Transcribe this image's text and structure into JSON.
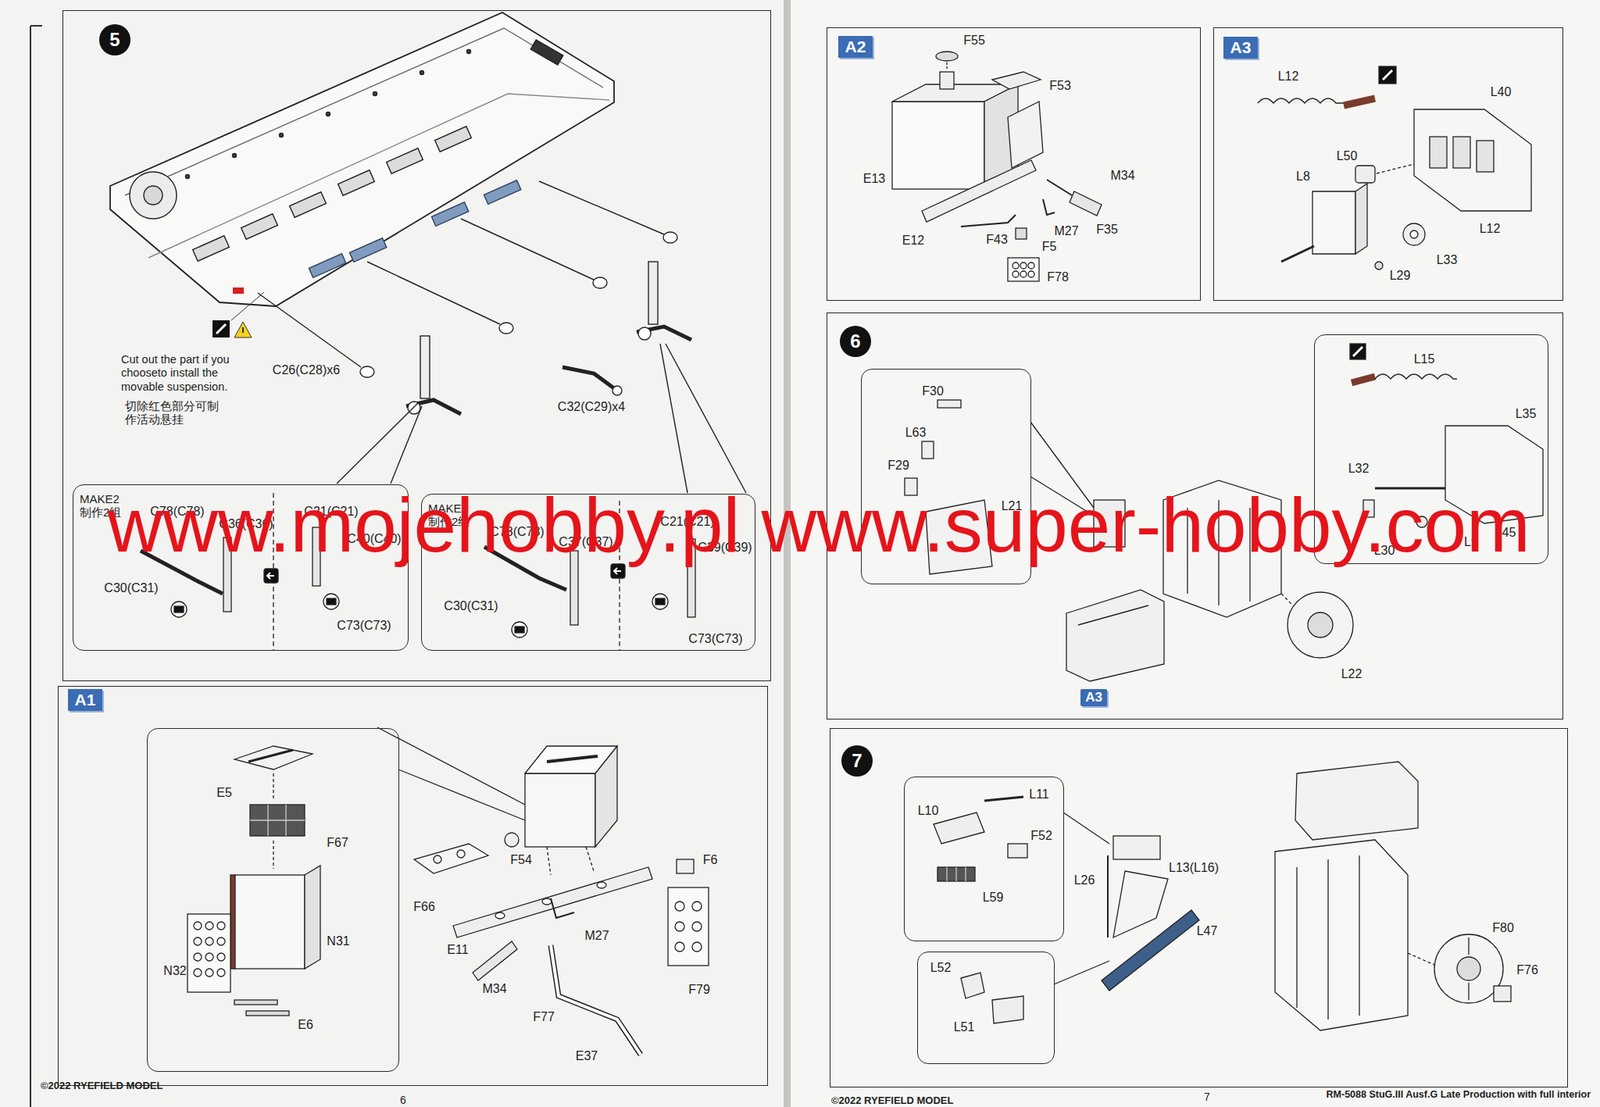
{
  "diagram": {
    "nodes": [
      {
        "text": [
          "5"
        ]
      },
      {
        "text": [
          "MAKE2 制作2组",
          "C78(C78)",
          "C36(C36)",
          "C30(C31)",
          "C21(C21)",
          "C40(C40)",
          "C73(C73)"
        ],
        "in": 0
      },
      {
        "text": [
          "MAKE2 制作2组",
          "C78(C78)",
          "C37(C37)",
          "C30(C31)",
          "C21(C21)",
          "C39(C39)",
          "C73(C73)"
        ],
        "in": 0
      },
      {
        "text": [
          "A1"
        ]
      },
      {
        "text": [
          "E5",
          "F67",
          "N31",
          "N32",
          "E6"
        ],
        "in": 3
      },
      {
        "text": [
          "A2"
        ]
      },
      {
        "text": [
          "A3"
        ]
      },
      {
        "text": [
          "6"
        ]
      },
      {
        "text": [
          "F30",
          "L63",
          "F29",
          "L21"
        ],
        "in": 7
      },
      {
        "text": [
          "L15",
          "L35",
          "L32",
          "L30",
          "L9",
          "L45"
        ],
        "in": 7
      },
      {
        "text": [
          "A3"
        ],
        "in": 7
      },
      {
        "text": [
          "7"
        ]
      },
      {
        "text": [
          "L10",
          "L11",
          "F52",
          "L59"
        ],
        "in": 11
      },
      {
        "text": [
          "L52",
          "L51"
        ],
        "in": 11
      }
    ],
    "labels": [
      "Cut out the part if you chooseto install the movable suspension.",
      "切除红色部分可制作活动悬挂",
      "C26(C28)x6",
      "C32(C29)x4",
      "www.mojehobby.pl www.super-hobby.com",
      "F54",
      "F66",
      "E11",
      "M27",
      "M34",
      "F77",
      "E37",
      "F6",
      "F79",
      "F55",
      "F53",
      "E13",
      "M34",
      "F35",
      "E12",
      "F43",
      "M27",
      "F5",
      "F78",
      "L12",
      "L40",
      "L50",
      "L8",
      "L12",
      "L33",
      "L29",
      "L22",
      "L26",
      "L13(L16)",
      "L47",
      "F80",
      "F76",
      "©2022 RYEFIELD MODEL",
      "6",
      "©2022 RYEFIELD MODEL",
      "7",
      "RM-5088 StuG.III Ausf.G Late Production with full interior"
    ]
  }
}
